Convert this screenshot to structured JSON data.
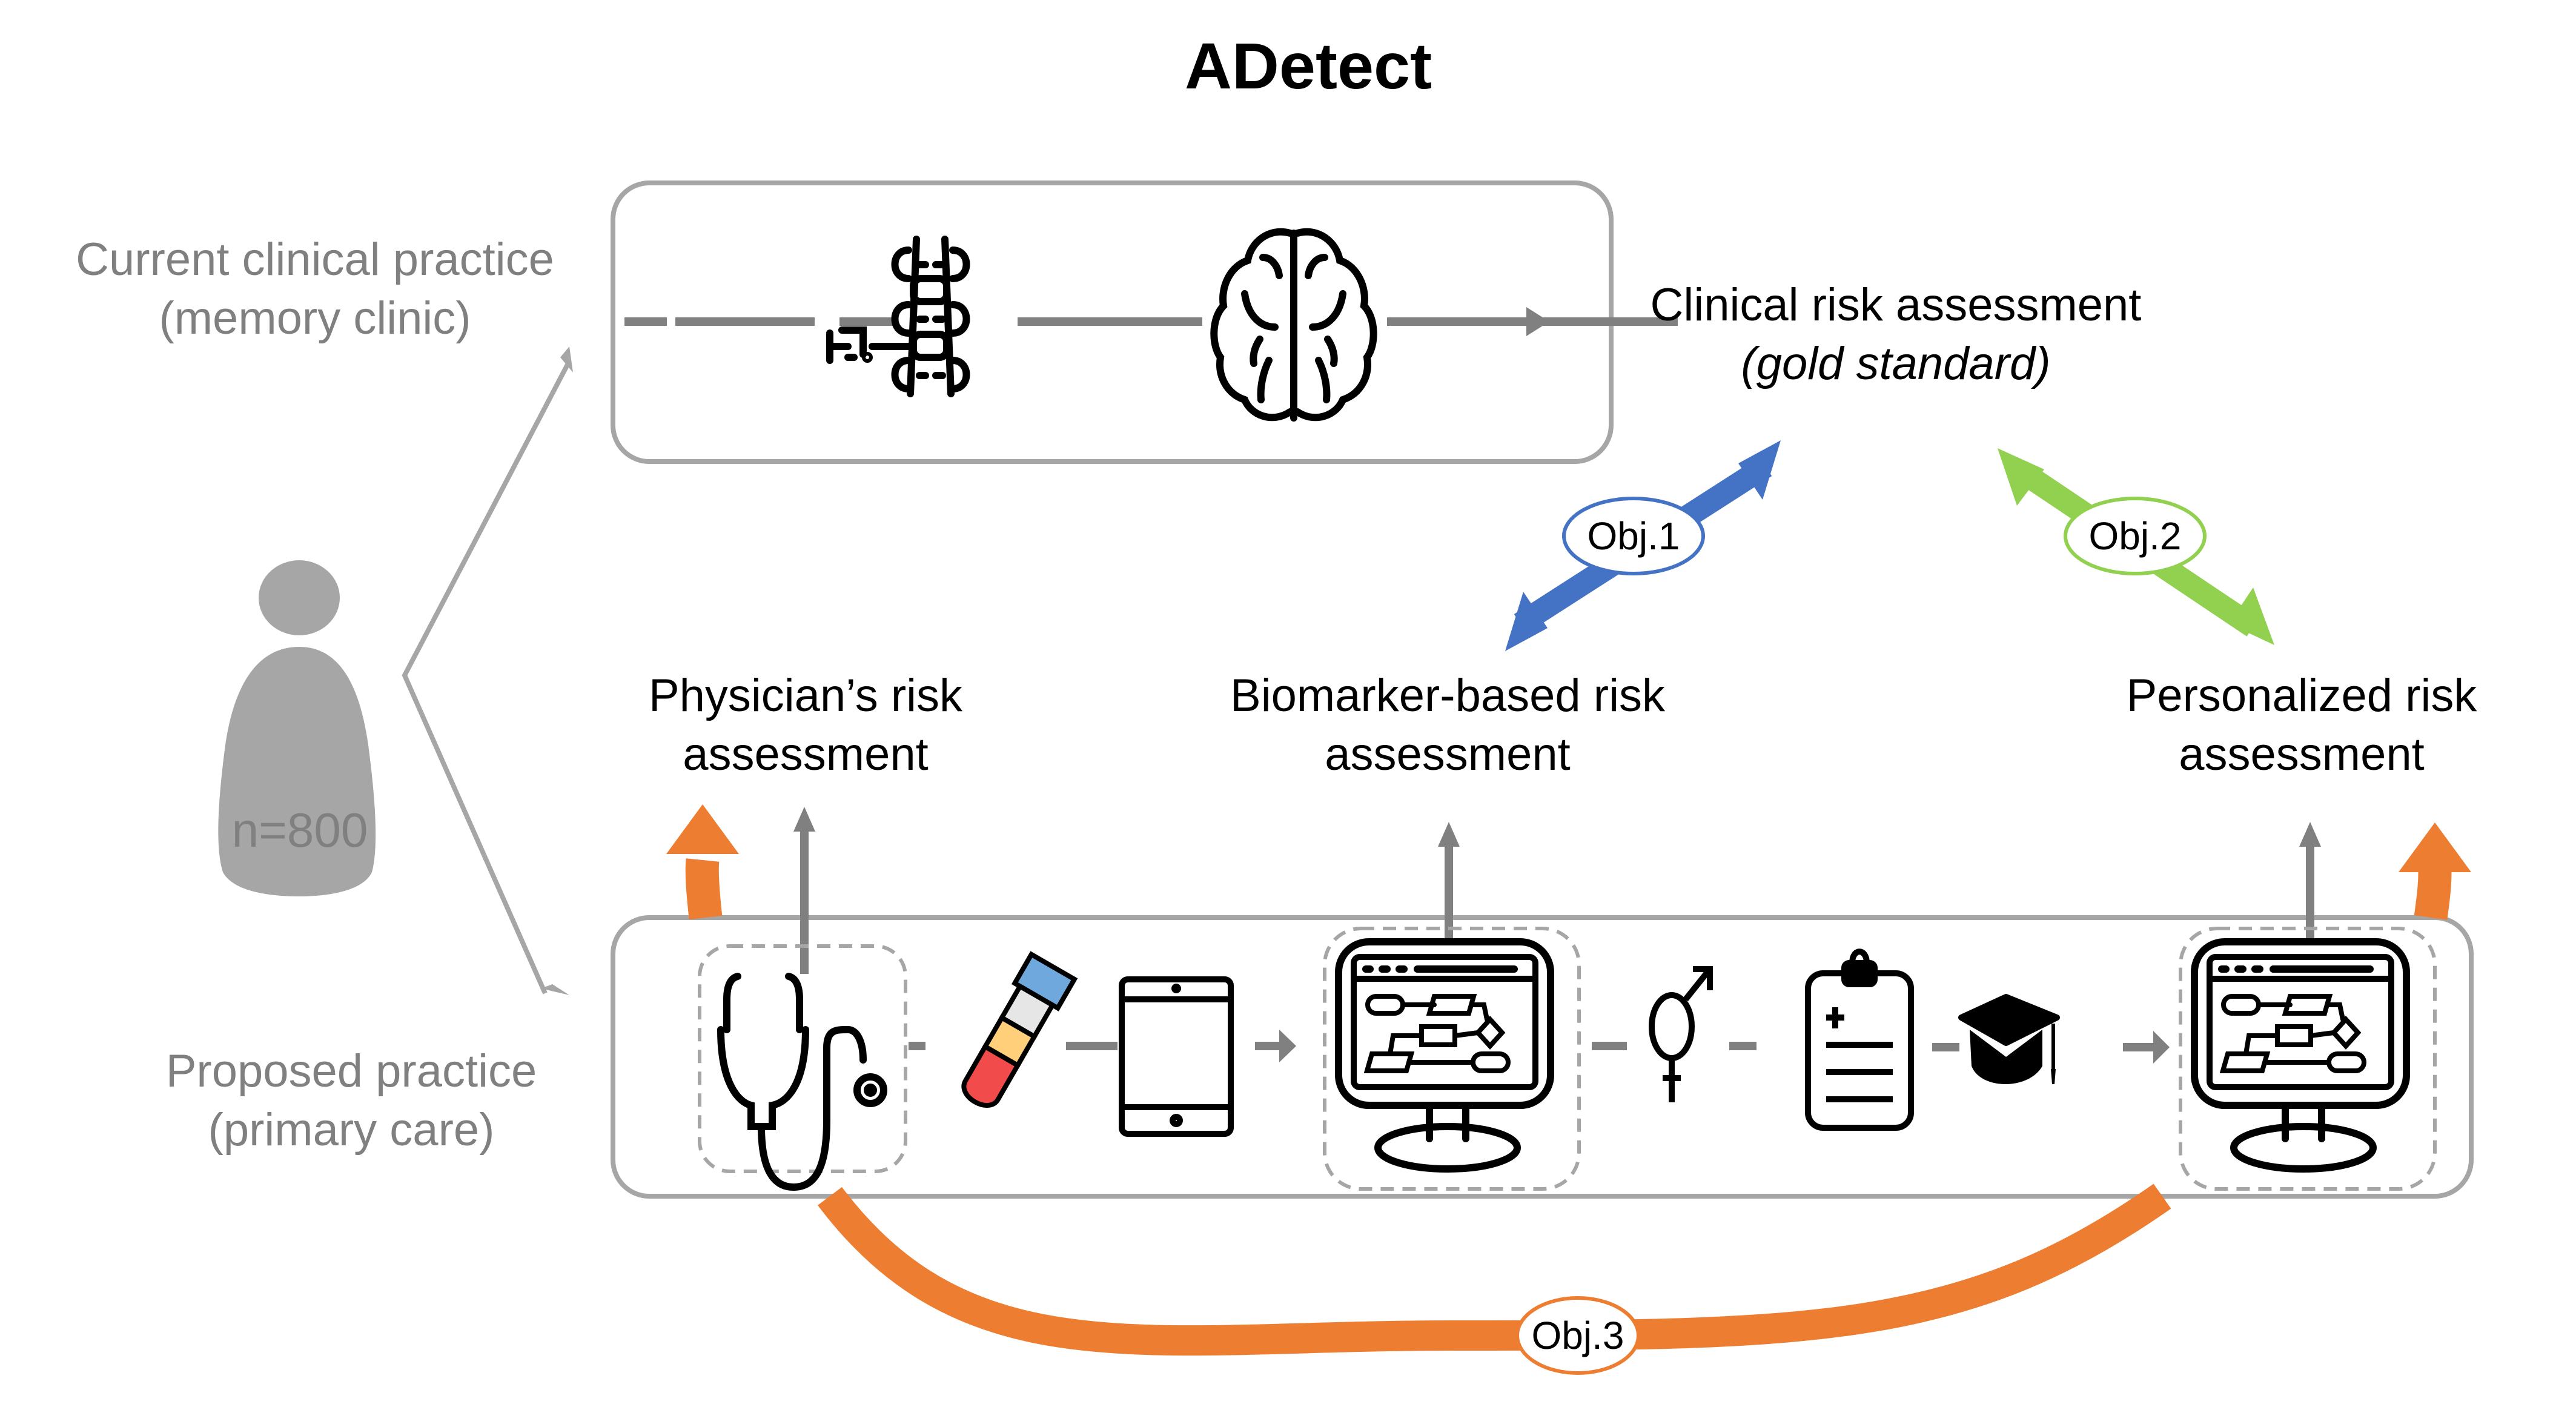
{
  "title": "ADetect",
  "participants": {
    "count_label": "n=800",
    "icon": "person-icon"
  },
  "rows": {
    "current": {
      "label_line1": "Current clinical practice",
      "label_line2": "(memory clinic)",
      "steps": [
        {
          "icon": "lumbar-puncture-spine-icon"
        },
        {
          "icon": "brain-icon"
        }
      ]
    },
    "proposed": {
      "label_line1": "Proposed practice",
      "label_line2": "(primary care)",
      "steps": [
        {
          "icon": "stethoscope-icon",
          "highlighted": true
        },
        {
          "icon": "blood-test-tube-icon"
        },
        {
          "icon": "tablet-icon"
        },
        {
          "icon": "computer-flowchart-icon",
          "highlighted": true
        },
        {
          "icon": "sex-gender-icon"
        },
        {
          "icon": "medical-clipboard-icon"
        },
        {
          "icon": "graduation-cap-icon"
        },
        {
          "icon": "computer-flowchart-icon",
          "highlighted": true
        }
      ]
    }
  },
  "outcomes": {
    "clinical": {
      "line1": "Clinical risk assessment",
      "line2": "(gold standard)"
    },
    "physician": {
      "line1": "Physician’s risk",
      "line2": "assessment"
    },
    "biomarker": {
      "line1": "Biomarker-based risk",
      "line2": "assessment"
    },
    "personalized": {
      "line1": "Personalized risk",
      "line2": "assessment"
    }
  },
  "objectives": [
    {
      "label": "Obj.1",
      "color": "#4472C4",
      "links": [
        "biomarker",
        "clinical"
      ]
    },
    {
      "label": "Obj.2",
      "color": "#92D050",
      "links": [
        "personalized",
        "clinical"
      ]
    },
    {
      "label": "Obj.3",
      "color": "#ED7D31",
      "links": [
        "physician",
        "personalized"
      ]
    }
  ],
  "colors": {
    "connector_gray": "#808080",
    "box_border": "#A6A6A6",
    "obj1": "#4472C4",
    "obj2": "#92D050",
    "obj3": "#ED7D31",
    "tube_red": "#F24B4B",
    "tube_yellow": "#FFCF7A",
    "tube_gray": "#E6E6E6",
    "tube_blue": "#6FA8DC"
  }
}
